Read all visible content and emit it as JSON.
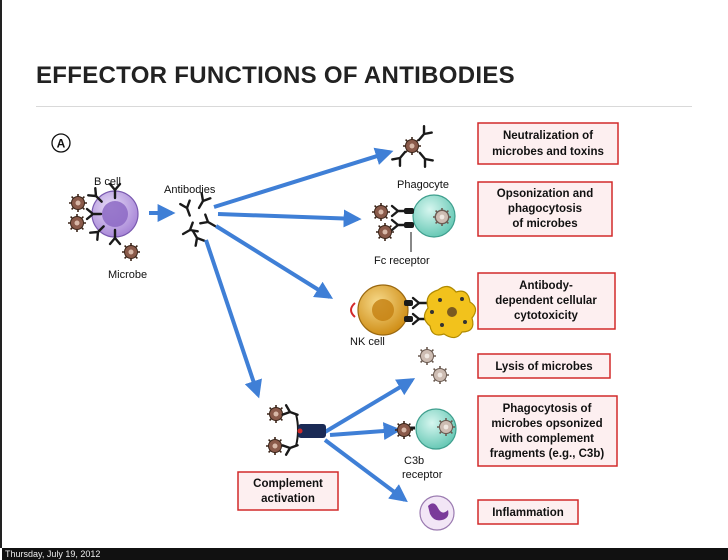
{
  "slide": {
    "title": "EFFECTOR FUNCTIONS OF ANTIBODIES",
    "footer_date": "Thursday, July 19, 2012"
  },
  "diagram": {
    "panel_label": "A",
    "labels": {
      "b_cell": "B cell",
      "antibodies": "Antibodies",
      "microbe": "Microbe",
      "phagocyte": "Phagocyte",
      "fc_receptor": "Fc receptor",
      "nk_cell": "NK cell",
      "c3b_line1": "C3b",
      "c3b_line2": "receptor"
    },
    "complement": [
      "Complement",
      "activation"
    ],
    "functions": [
      [
        "Neutralization of",
        "microbes and toxins"
      ],
      [
        "Opsonization and",
        "phagocytosis",
        "of microbes"
      ],
      [
        "Antibody-",
        "dependent cellular",
        "cytotoxicity"
      ],
      [
        "Lysis of microbes"
      ],
      [
        "Phagocytosis of",
        "microbes opsonized",
        "with complement",
        "fragments (e.g., C3b)"
      ],
      [
        "Inflammation"
      ]
    ],
    "colors": {
      "arrow": "#3f7fd6",
      "box_fill": "#fdeff0",
      "box_stroke": "#d22a2a",
      "b_cell": "#a988d8",
      "phagocyte": "#7fd6c4",
      "nk_cell": "#e0a028",
      "target_cell": "#f2c21c",
      "microbe": "#8a5a4a",
      "antibody": "#1a1a1a"
    }
  }
}
